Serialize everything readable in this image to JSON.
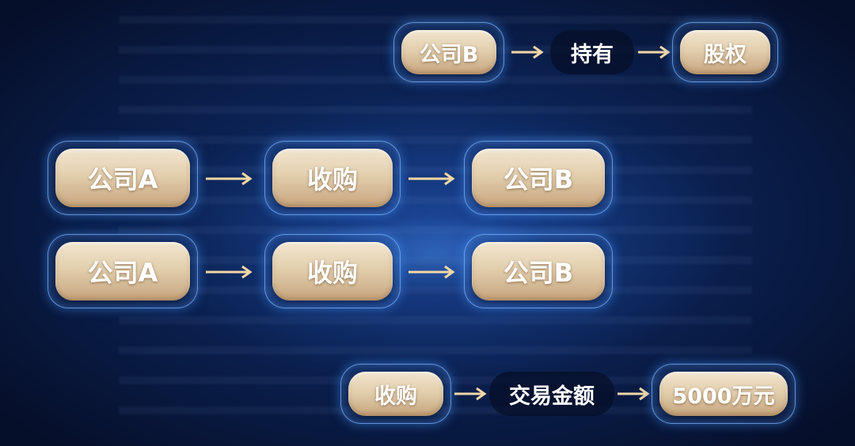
{
  "colors": {
    "arrow": "#f3d7a6",
    "pill_light": "#f2e5cf",
    "pill_dark": "#c6a57e",
    "frame_glow": "#78b4ff",
    "background": "#0a1f4d"
  },
  "row1": {
    "subject": "公司B",
    "relation": "持有",
    "object": "股权"
  },
  "row2": {
    "subject": "公司A",
    "relation": "收购",
    "object": "公司B"
  },
  "row3": {
    "subject": "公司A",
    "relation": "收购",
    "object": "公司B"
  },
  "row4": {
    "subject": "收购",
    "relation": "交易金额",
    "object": "5000万元"
  }
}
